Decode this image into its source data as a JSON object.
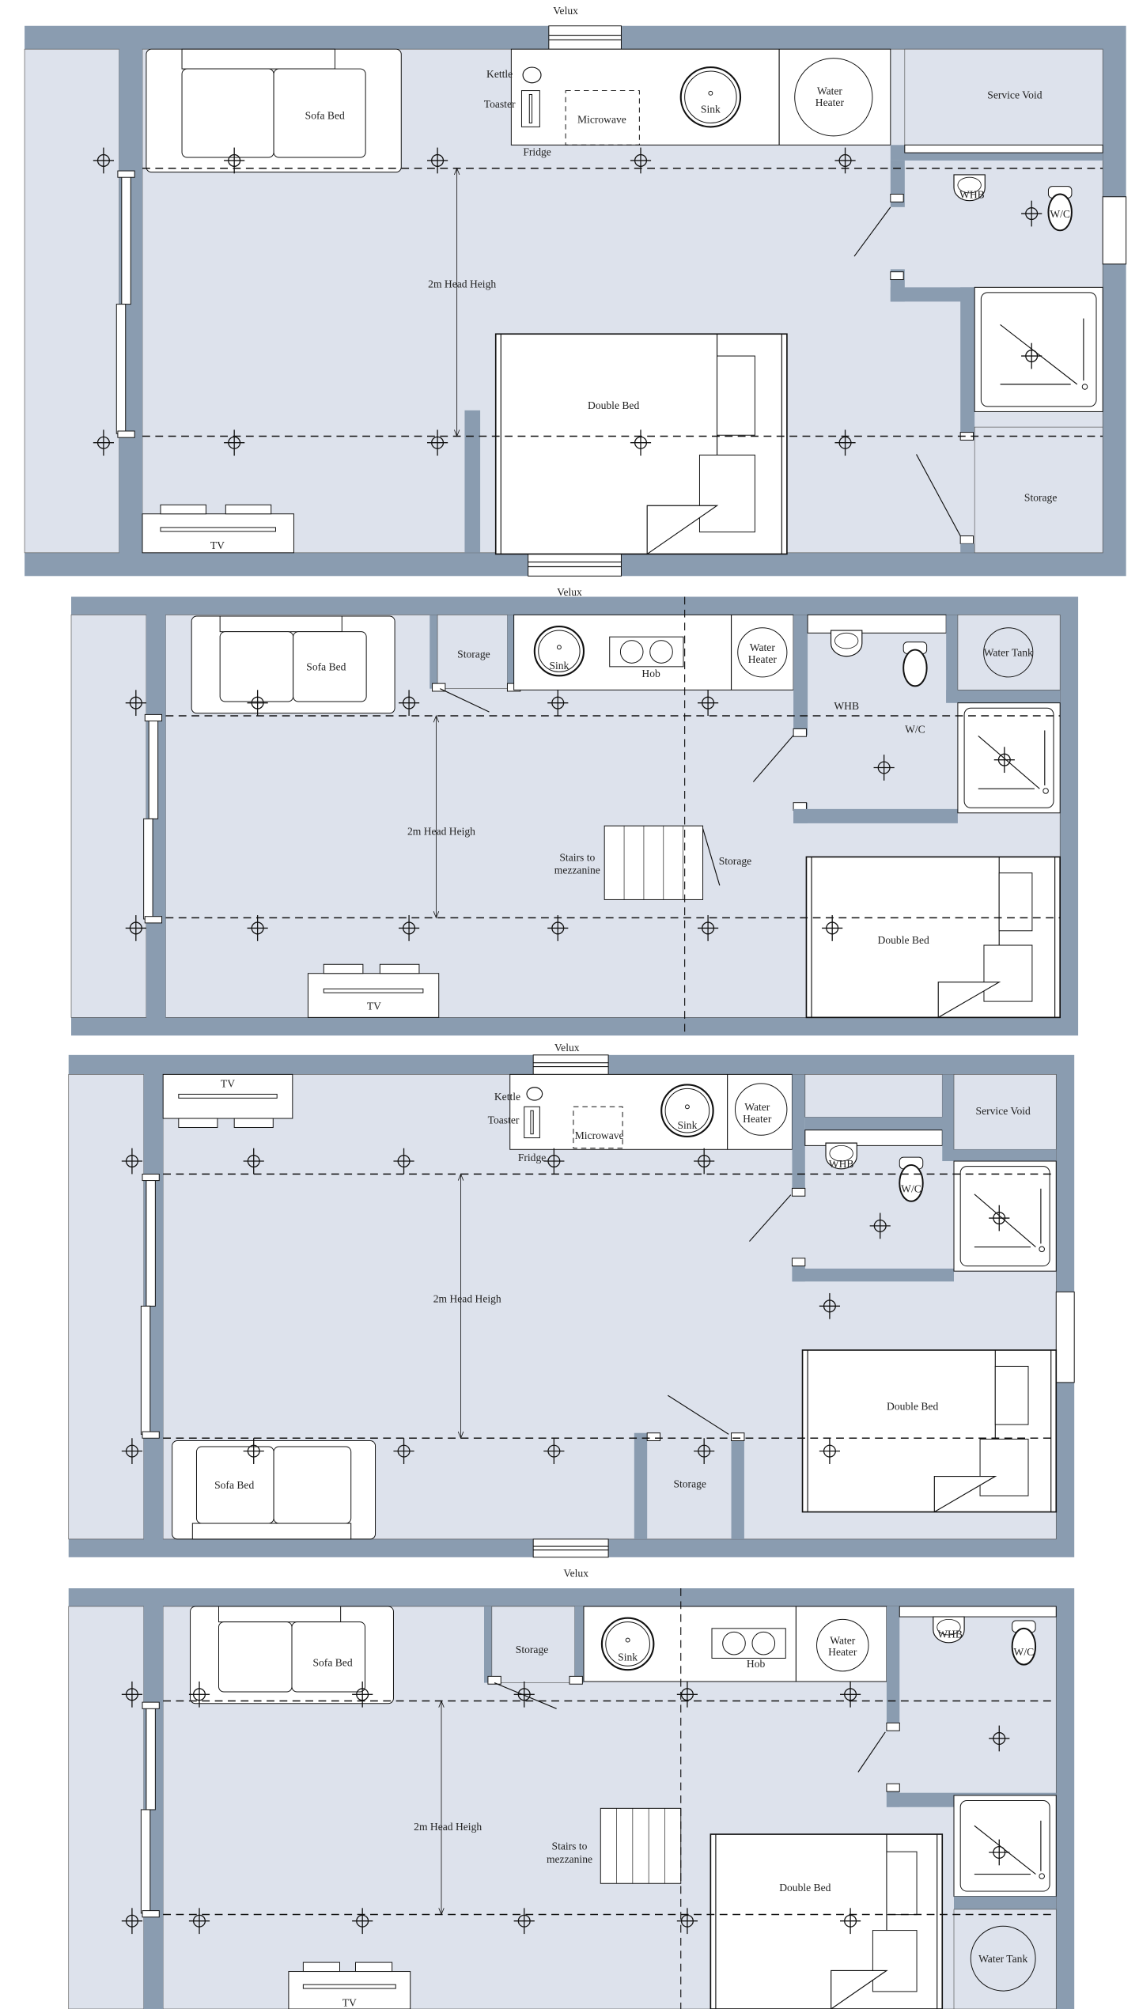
{
  "colors": {
    "wall": "#8a9cb0",
    "floor": "#dde2ec",
    "fixture": "#ffffff",
    "line": "#111111"
  },
  "plans": [
    {
      "labels": {
        "velux": "Velux",
        "sofa": "Sofa Bed",
        "kettle": "Kettle",
        "toaster": "Toaster",
        "microwave": "Microwave",
        "fridge": "Fridge",
        "sink": "Sink",
        "water": "Water",
        "heater": "Heater",
        "service_void": "Service Void",
        "whb": "WHB",
        "wc": "W/C",
        "head": "2m Head Heigh",
        "bed": "Double Bed",
        "storage": "Storage",
        "tv": "TV"
      }
    },
    {
      "labels": {
        "velux": "Velux",
        "sofa": "Sofa Bed",
        "storage": "Storage",
        "sink": "Sink",
        "hob": "Hob",
        "water": "Water",
        "heater": "Heater",
        "water_tank": "Water Tank",
        "whb": "WHB",
        "wc": "W/C",
        "head": "2m Head Heigh",
        "stairs1": "Stairs to",
        "stairs2": "mezzanine",
        "storage2": "Storage",
        "bed": "Double Bed",
        "tv": "TV"
      }
    },
    {
      "labels": {
        "velux": "Velux",
        "tv": "TV",
        "kettle": "Kettle",
        "toaster": "Toaster",
        "microwave": "Microwave",
        "fridge": "Fridge",
        "sink": "Sink",
        "water": "Water",
        "heater": "Heater",
        "service_void": "Service Void",
        "whb": "WHB",
        "wc": "W/C",
        "head": "2m Head Heigh",
        "bed": "Double Bed",
        "sofa": "Sofa Bed",
        "storage": "Storage"
      }
    },
    {
      "labels": {
        "velux": "Velux",
        "sofa": "Sofa Bed",
        "storage": "Storage",
        "sink": "Sink",
        "hob": "Hob",
        "water": "Water",
        "heater": "Heater",
        "whb": "WHB",
        "wc": "W/C",
        "head": "2m Head Heigh",
        "stairs1": "Stairs to",
        "stairs2": "mezzanine",
        "bed": "Double Bed",
        "water_tank": "Water Tank",
        "tv": "TV"
      }
    }
  ]
}
